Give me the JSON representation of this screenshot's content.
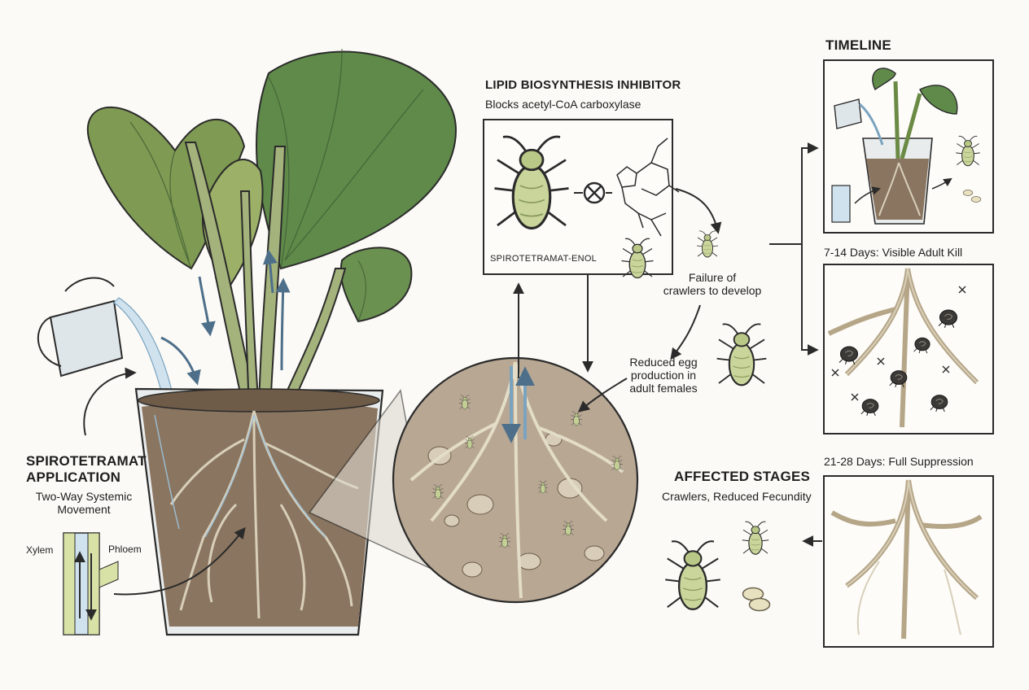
{
  "application": {
    "title": "SPIROTETRAMAT\nAPPLICATION",
    "subtitle": "Two-Way Systemic\nMovement",
    "xylem_label": "Xylem",
    "phloem_label": "Phloem"
  },
  "mode_of_action": {
    "title": "LIPID BIOSYNTHESIS INHIBITOR",
    "subtitle": "Blocks acetyl-CoA carboxylase",
    "compound_label": "SPIROTETRAMAT-ENOL"
  },
  "effects": {
    "crawlers": "Failure of\ncrawlers to develop",
    "eggs": "Reduced egg\nproduction in\nadult females"
  },
  "affected_stages": {
    "title": "AFFECTED STAGES",
    "subtitle": "Crawlers, Reduced Fecundity"
  },
  "timeline": {
    "title": "TIMELINE",
    "stages": [
      {
        "label": "7-14 Days: Visible Adult Kill"
      },
      {
        "label": "21-28 Days: Full Suppression"
      }
    ]
  },
  "colors": {
    "leaf": "#5f8a4a",
    "leaf_light": "#8fae6a",
    "soil": "#8a7560",
    "xylem": "#9cc3dc",
    "insect": "#c9d59a",
    "ink": "#2b2b2b",
    "background": "#fbfaf6"
  }
}
